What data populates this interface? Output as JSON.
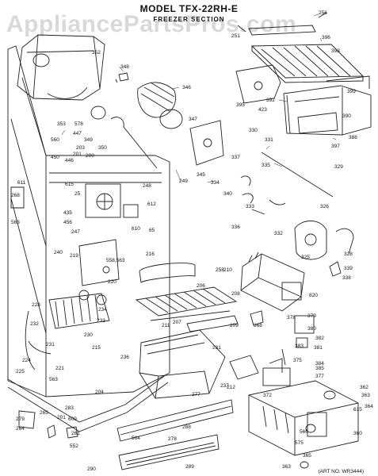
{
  "header": {
    "model": "MODEL TFX-22RH-E",
    "section": "FREEZER SECTION"
  },
  "watermark": "AppliancePartsPros.com",
  "footer": {
    "art_no": "(ART NO. WR3444)"
  },
  "callouts": [
    "256",
    "396",
    "393",
    "251",
    "352",
    "348",
    "346",
    "347",
    "392",
    "399",
    "423",
    "390",
    "395",
    "388",
    "397",
    "353",
    "578",
    "447",
    "349",
    "350",
    "560",
    "450",
    "446",
    "203",
    "201",
    "200",
    "330",
    "331",
    "329",
    "337",
    "335",
    "345",
    "334",
    "611",
    "615",
    "25",
    "248",
    "249",
    "268",
    "563",
    "435",
    "456",
    "247",
    "612",
    "610",
    "65",
    "340",
    "333",
    "336",
    "332",
    "326",
    "325",
    "328",
    "339",
    "338",
    "216",
    "240",
    "219",
    "558,563",
    "258",
    "210",
    "220",
    "206",
    "208",
    "820",
    "228",
    "234",
    "233",
    "232",
    "207",
    "211",
    "209",
    "378",
    "379",
    "380",
    "382",
    "381",
    "383",
    "384",
    "375",
    "385",
    "377",
    "368",
    "224",
    "231",
    "230",
    "215",
    "236",
    "231",
    "212",
    "225",
    "221",
    "563",
    "237",
    "372",
    "362",
    "363",
    "615",
    "364",
    "360",
    "566",
    "575",
    "365",
    "204",
    "277",
    "283",
    "201",
    "265",
    "279",
    "609",
    "264",
    "261",
    "552",
    "564",
    "278",
    "288",
    "290",
    "289",
    "363"
  ]
}
